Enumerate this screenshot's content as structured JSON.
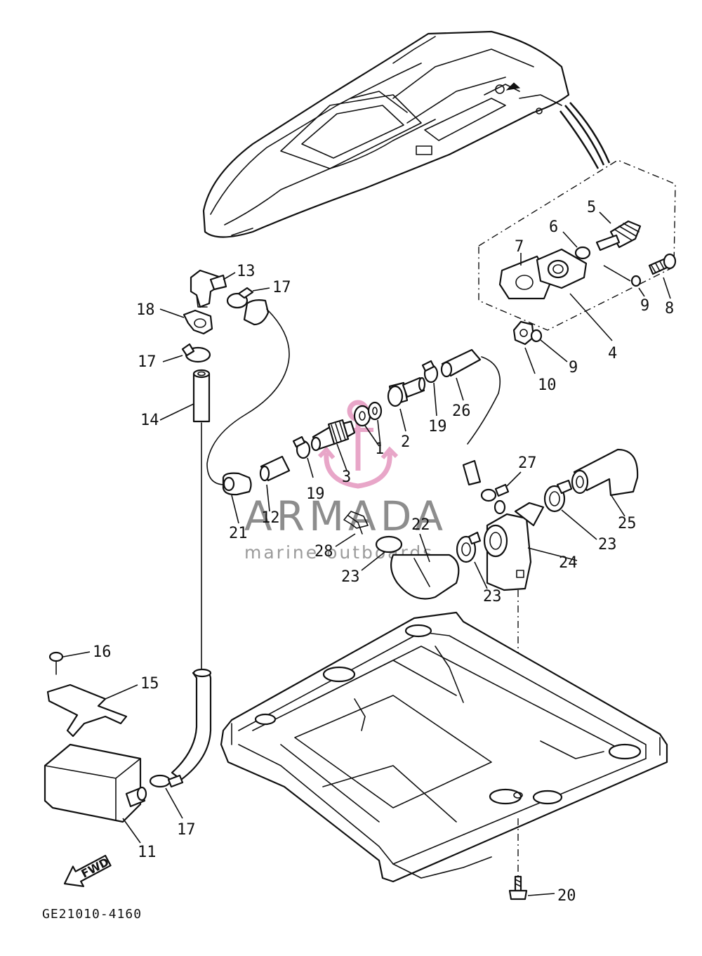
{
  "watermark": {
    "brand": "ARMADA",
    "tagline": "marine outboards",
    "logo_icon": "anchor-logo-icon",
    "logo_color": "#e8a6c8"
  },
  "diagram": {
    "figure_code": "GE21010-4160",
    "direction_arrow": "FWD",
    "labels": {
      "p1": "1",
      "p2": "2",
      "p3": "3",
      "p4": "4",
      "p5": "5",
      "p6": "6",
      "p7": "7",
      "p8": "8",
      "p9a": "9",
      "p9b": "9",
      "p10": "10",
      "p11": "11",
      "p12": "12",
      "p13": "13",
      "p14": "14",
      "p15": "15",
      "p16": "16",
      "p17a": "17",
      "p17b": "17",
      "p17c": "17",
      "p18": "18",
      "p19a": "19",
      "p19b": "19",
      "p20": "20",
      "p21": "21",
      "p22": "22",
      "p23a": "23",
      "p23b": "23",
      "p23c": "23",
      "p24": "24",
      "p25": "25",
      "p26": "26",
      "p27": "27",
      "p28": "28"
    }
  }
}
